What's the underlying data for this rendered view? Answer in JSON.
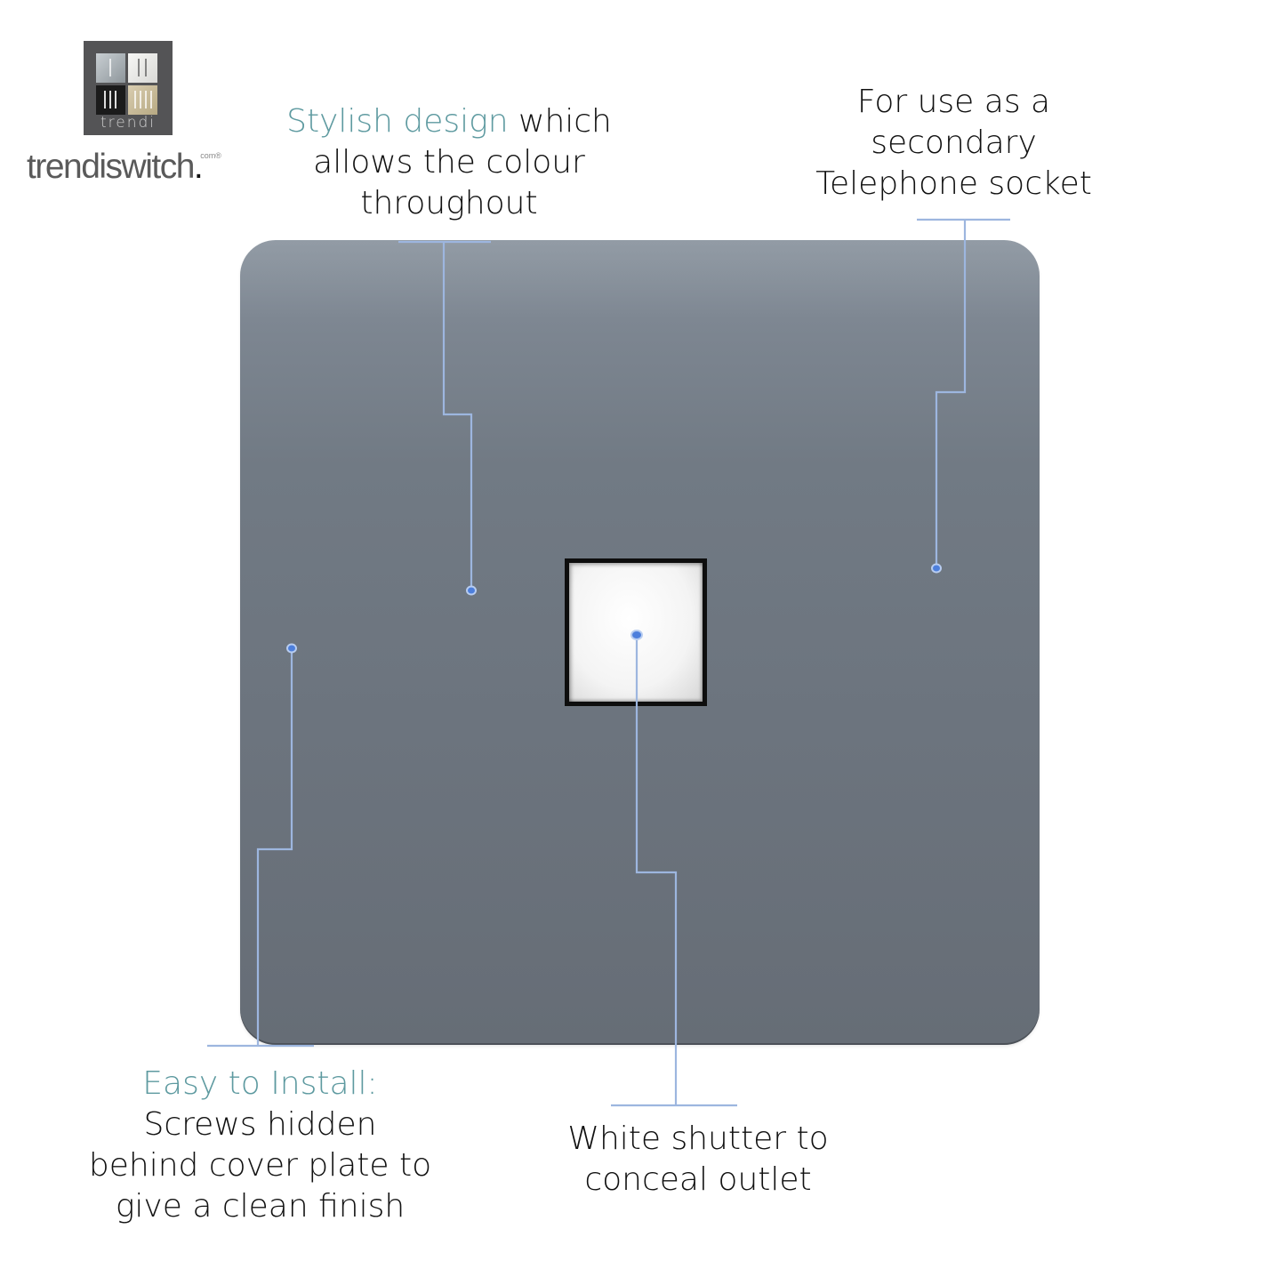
{
  "brand": {
    "badge_text": "trendi",
    "wordmark": "trendiswitch",
    "wordmark_dot": ".",
    "wordmark_suffix": "com®"
  },
  "product": {
    "plate_color": "#717a84",
    "shutter_color": "#f4f4f4",
    "connector_color": "#9db6df",
    "dot_color": "#4d7fdc",
    "accent_text_color": "#5e9aa0"
  },
  "callouts": {
    "design": {
      "accent": "Stylish design",
      "line1_rest": " which",
      "line2": "allows the colour",
      "line3": "throughout"
    },
    "phone": {
      "line1": "For use as a",
      "line2": "secondary",
      "line3": "Telephone socket"
    },
    "install": {
      "accent": "Easy to Install:",
      "line2": "Screws hidden",
      "line3": "behind cover plate to",
      "line4": "give a clean finish"
    },
    "shutter": {
      "line1": "White shutter to",
      "line2": "conceal outlet"
    }
  }
}
